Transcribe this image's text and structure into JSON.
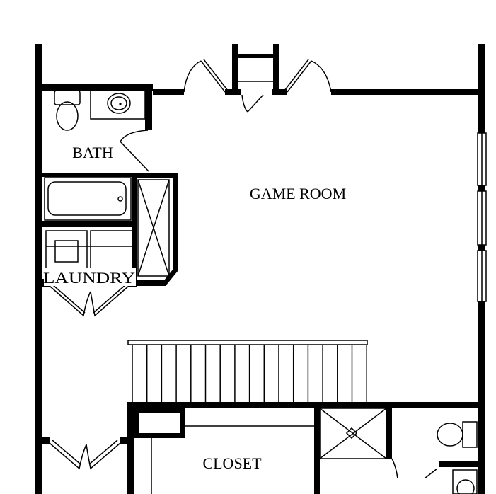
{
  "rooms": {
    "bath": "BATH",
    "game_room": "GAME ROOM",
    "laundry": "LAUNDRY",
    "closet": "CLOSET"
  },
  "colors": {
    "wall": "#000000",
    "background": "#ffffff"
  }
}
